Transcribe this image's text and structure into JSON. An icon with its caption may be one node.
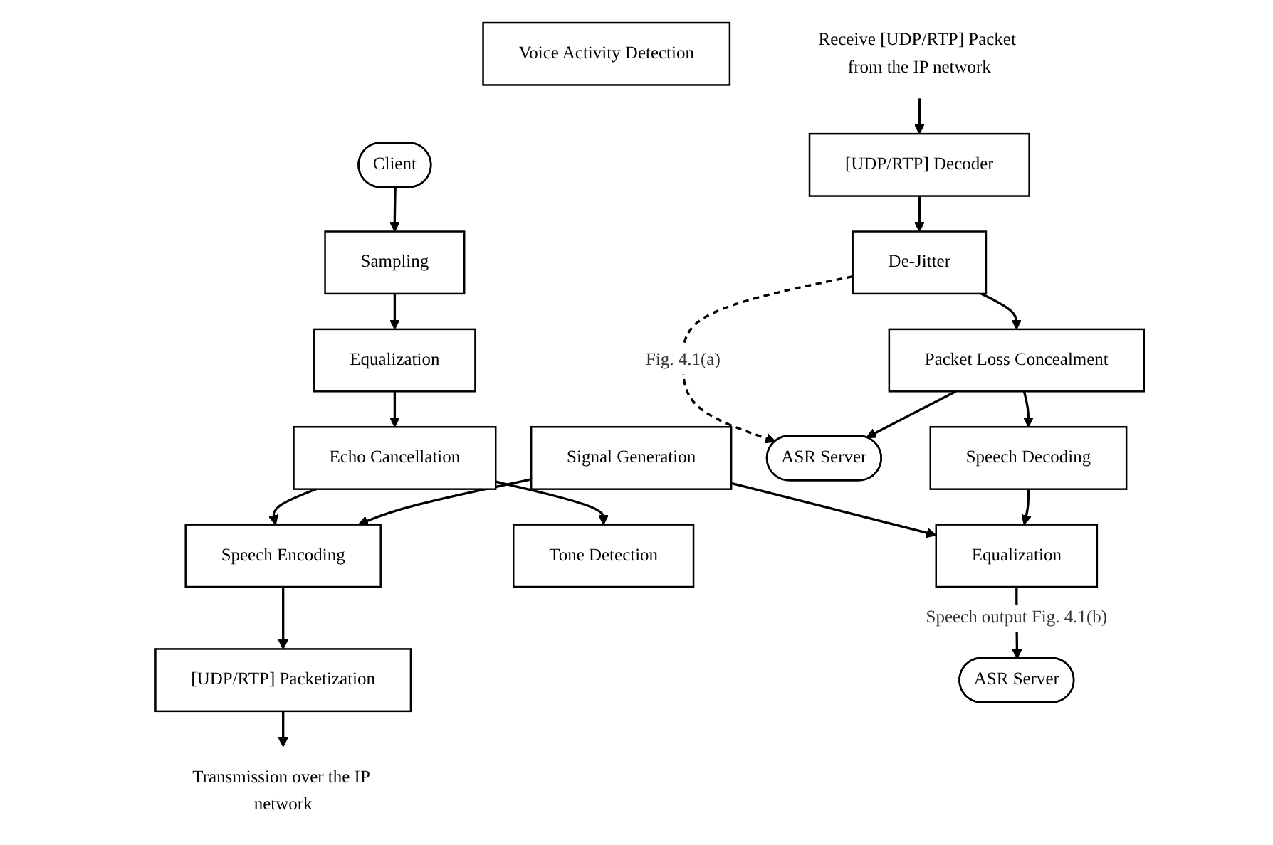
{
  "diagram": {
    "nodes": [
      {
        "text": [
          "Client"
        ]
      },
      {
        "text": [
          "Sampling"
        ]
      },
      {
        "text": [
          "Equalization"
        ]
      },
      {
        "text": [
          "Echo Cancellation"
        ]
      },
      {
        "text": [
          "Speech Encoding"
        ]
      },
      {
        "text": [
          "[UDP/RTP] Packetization"
        ]
      },
      {
        "text": [
          "Transmission over the IP network"
        ]
      },
      {
        "text": [
          "Tone Detection"
        ]
      },
      {
        "text": [
          "Voice Activity Detection"
        ]
      },
      {
        "text": [
          "Signal Generation"
        ]
      },
      {
        "text": [
          "Receive [UDP/RTP] Packet from the IP network"
        ]
      },
      {
        "text": [
          "[UDP/RTP] Decoder"
        ]
      },
      {
        "text": [
          "De-Jitter"
        ]
      },
      {
        "text": [
          "Packet Loss Concealment"
        ]
      },
      {
        "text": [
          "ASR Server"
        ]
      },
      {
        "text": [
          "Speech Decoding"
        ]
      },
      {
        "text": [
          "Equalization"
        ]
      },
      {
        "text": [
          "ASR Server"
        ]
      }
    ],
    "edges": [
      {
        "from": 0,
        "to": 1,
        "arrow": "to"
      },
      {
        "from": 1,
        "to": 2,
        "arrow": "to"
      },
      {
        "from": 2,
        "to": 3,
        "arrow": "to"
      },
      {
        "from": 3,
        "to": 4,
        "arrow": "to"
      },
      {
        "from": 3,
        "to": 7,
        "arrow": "to"
      },
      {
        "from": 4,
        "to": 5,
        "arrow": "to"
      },
      {
        "from": 5,
        "to": 6,
        "arrow": "to"
      },
      {
        "from": 9,
        "to": 4,
        "arrow": "to"
      },
      {
        "from": 9,
        "to": 16,
        "arrow": "to"
      },
      {
        "from": 10,
        "to": 11,
        "arrow": "to"
      },
      {
        "from": 11,
        "to": 12,
        "arrow": "to"
      },
      {
        "from": 12,
        "to": 13,
        "arrow": "to"
      },
      {
        "from": 12,
        "to": 14,
        "arrow": "to",
        "label": "Fig. 4.1(a)",
        "style": "dashed"
      },
      {
        "from": 13,
        "to": 15,
        "arrow": "to"
      },
      {
        "from": 13,
        "to": 14,
        "arrow": "to"
      },
      {
        "from": 15,
        "to": 16,
        "arrow": "to"
      },
      {
        "from": 16,
        "to": 17,
        "arrow": "to",
        "label": "Speech output Fig. 4.1(b)"
      }
    ]
  }
}
